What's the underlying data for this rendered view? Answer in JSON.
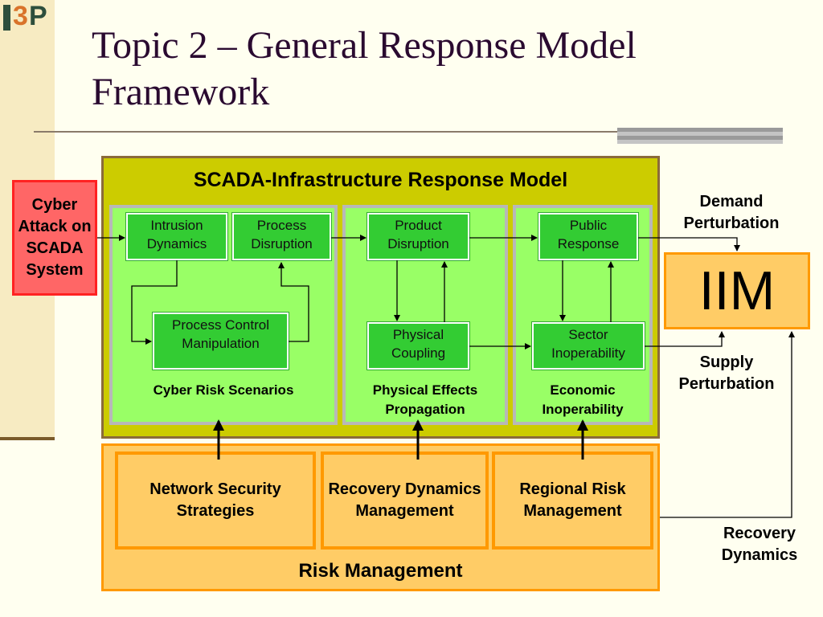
{
  "logo": {
    "text_i": "I",
    "text_3": "3",
    "text_p": "P"
  },
  "slide": {
    "title": "Topic 2 – General Response Model Framework"
  },
  "model": {
    "title": "SCADA-Infrastructure Response Model",
    "boxes": {
      "intrusion_dynamics": "Intrusion Dynamics",
      "process_disruption": "Process Disruption",
      "process_control_manipulation": "Process Control Manipulation",
      "product_disruption": "Product Disruption",
      "physical_coupling": "Physical Coupling",
      "public_response": "Public Response",
      "sector_inoperability": "Sector Inoperability"
    },
    "panels": {
      "cyber": "Cyber Risk Scenarios",
      "physical": "Physical Effects Propagation",
      "economic": "Economic Inoperability"
    }
  },
  "risk_management": {
    "label": "Risk Management",
    "items": [
      "Network Security Strategies",
      "Recovery Dynamics Management",
      "Regional Risk Management"
    ]
  },
  "cyber_attack": "Cyber Attack on SCADA System",
  "iim": "IIM",
  "side_labels": {
    "demand": "Demand Perturbation",
    "supply": "Supply Perturbation",
    "recovery": "Recovery Dynamics"
  },
  "colors": {
    "title": "#2a0a30",
    "model_background": "#cccc00",
    "panel_green": "#99ff66",
    "box_green": "#33cc33",
    "orange_fill": "#ffcc66",
    "orange_border": "#ff9900",
    "cyber_red": "#ff6666"
  }
}
